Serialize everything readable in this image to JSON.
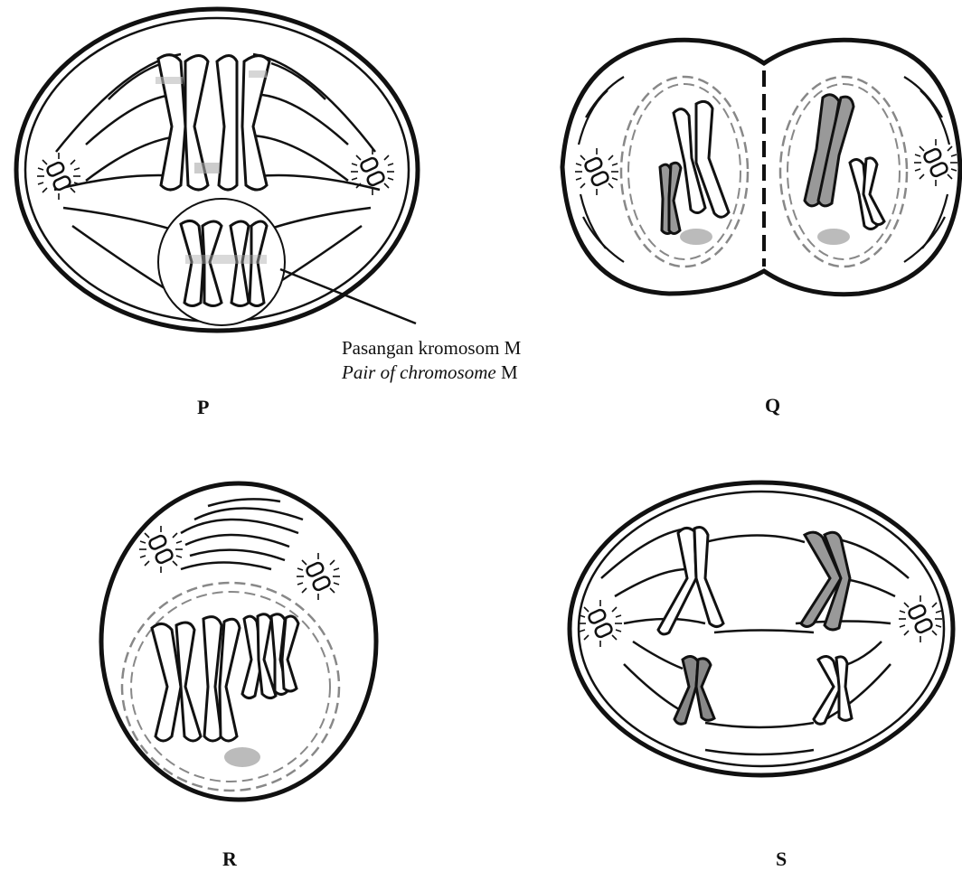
{
  "panels": [
    {
      "id": "P",
      "label": "P"
    },
    {
      "id": "Q",
      "label": "Q"
    },
    {
      "id": "R",
      "label": "R"
    },
    {
      "id": "S",
      "label": "S"
    }
  ],
  "annotation": {
    "line1": "Pasangan kromosom M",
    "line2_italic": "Pair of chromosome",
    "line2_suffix": " M"
  }
}
